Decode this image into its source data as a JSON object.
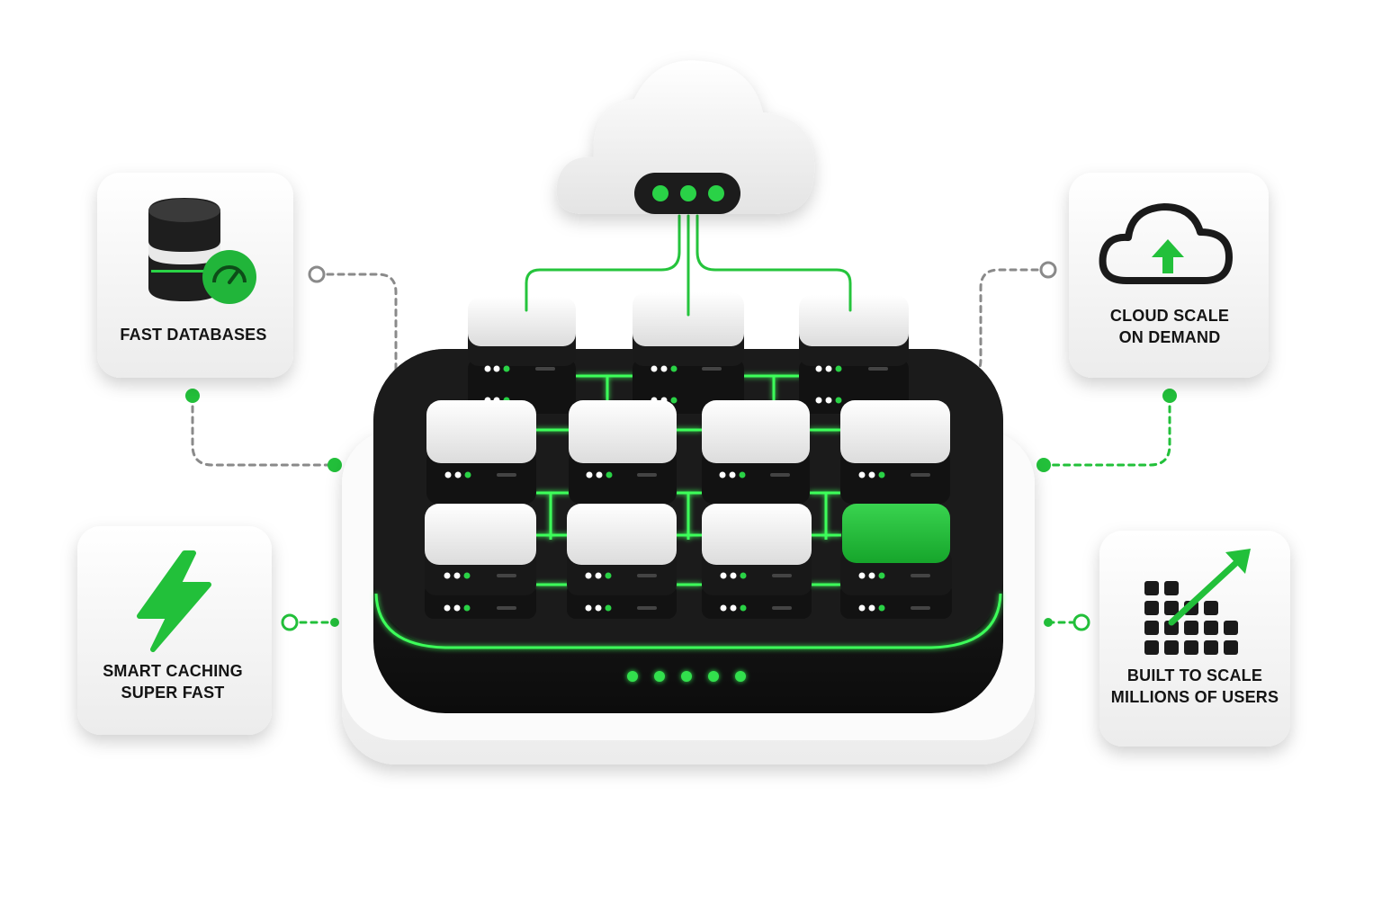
{
  "cards": {
    "fast_databases": {
      "line1": "FAST DATABASES",
      "icon": "database-speed-icon"
    },
    "smart_caching": {
      "line1": "SMART CACHING",
      "line2": "SUPER FAST",
      "icon": "lightning-icon"
    },
    "cloud_scale": {
      "line1": "CLOUD SCALE",
      "line2": "ON DEMAND",
      "icon": "cloud-upload-icon"
    },
    "built_to_scale": {
      "line1": "BUILT TO SCALE",
      "line2": "MILLIONS OF USERS",
      "icon": "growth-chart-icon"
    }
  },
  "center": {
    "icon": "server-cluster-icon",
    "cloud_icon": "cloud-icon"
  },
  "colors": {
    "accent_green": "#22c03a",
    "glow_green": "#3cff5a",
    "dark_base": "#141414",
    "card_bg": "#f6f6f6"
  }
}
